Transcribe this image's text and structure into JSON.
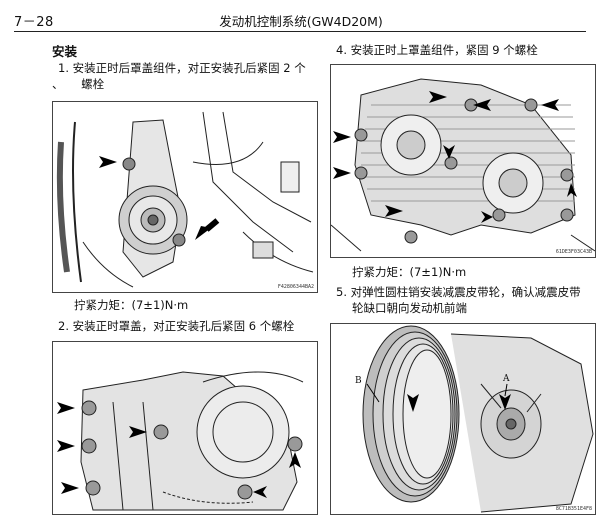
{
  "header": {
    "page_number": "7－28",
    "title": "发动机控制系统(GW4D20M)"
  },
  "section_title": "安装",
  "left_column": {
    "step1": {
      "number": "1.",
      "text_line1": "安装正时后罩盖组件，对正安装孔后紧固 2 个",
      "stray_mark": "、",
      "text_line2": "螺栓",
      "figure_code": "F42806344BA2",
      "torque": "拧紧力矩：(7±1)N·m"
    },
    "step2": {
      "number": "2.",
      "text": "安装正时罩盖，对正安装孔后紧固 6 个螺栓"
    }
  },
  "right_column": {
    "step4": {
      "number": "4.",
      "text": "安装正时上罩盖组件，紧固 9 个螺栓",
      "figure_code": "61DE3F03C43B",
      "torque": "拧紧力矩：(7±1)N·m"
    },
    "step5": {
      "number": "5.",
      "text_line1": "对弹性圆柱销安装减震皮带轮，确认减震皮带",
      "text_line2": "轮缺口朝向发动机前端",
      "label_a": "A",
      "label_b": "B",
      "figure_code": "8C71B351E4F8"
    }
  },
  "colors": {
    "text": "#111111",
    "line": "#222222",
    "figure_fill": "#d9d9d9",
    "arrow": "#000000"
  }
}
